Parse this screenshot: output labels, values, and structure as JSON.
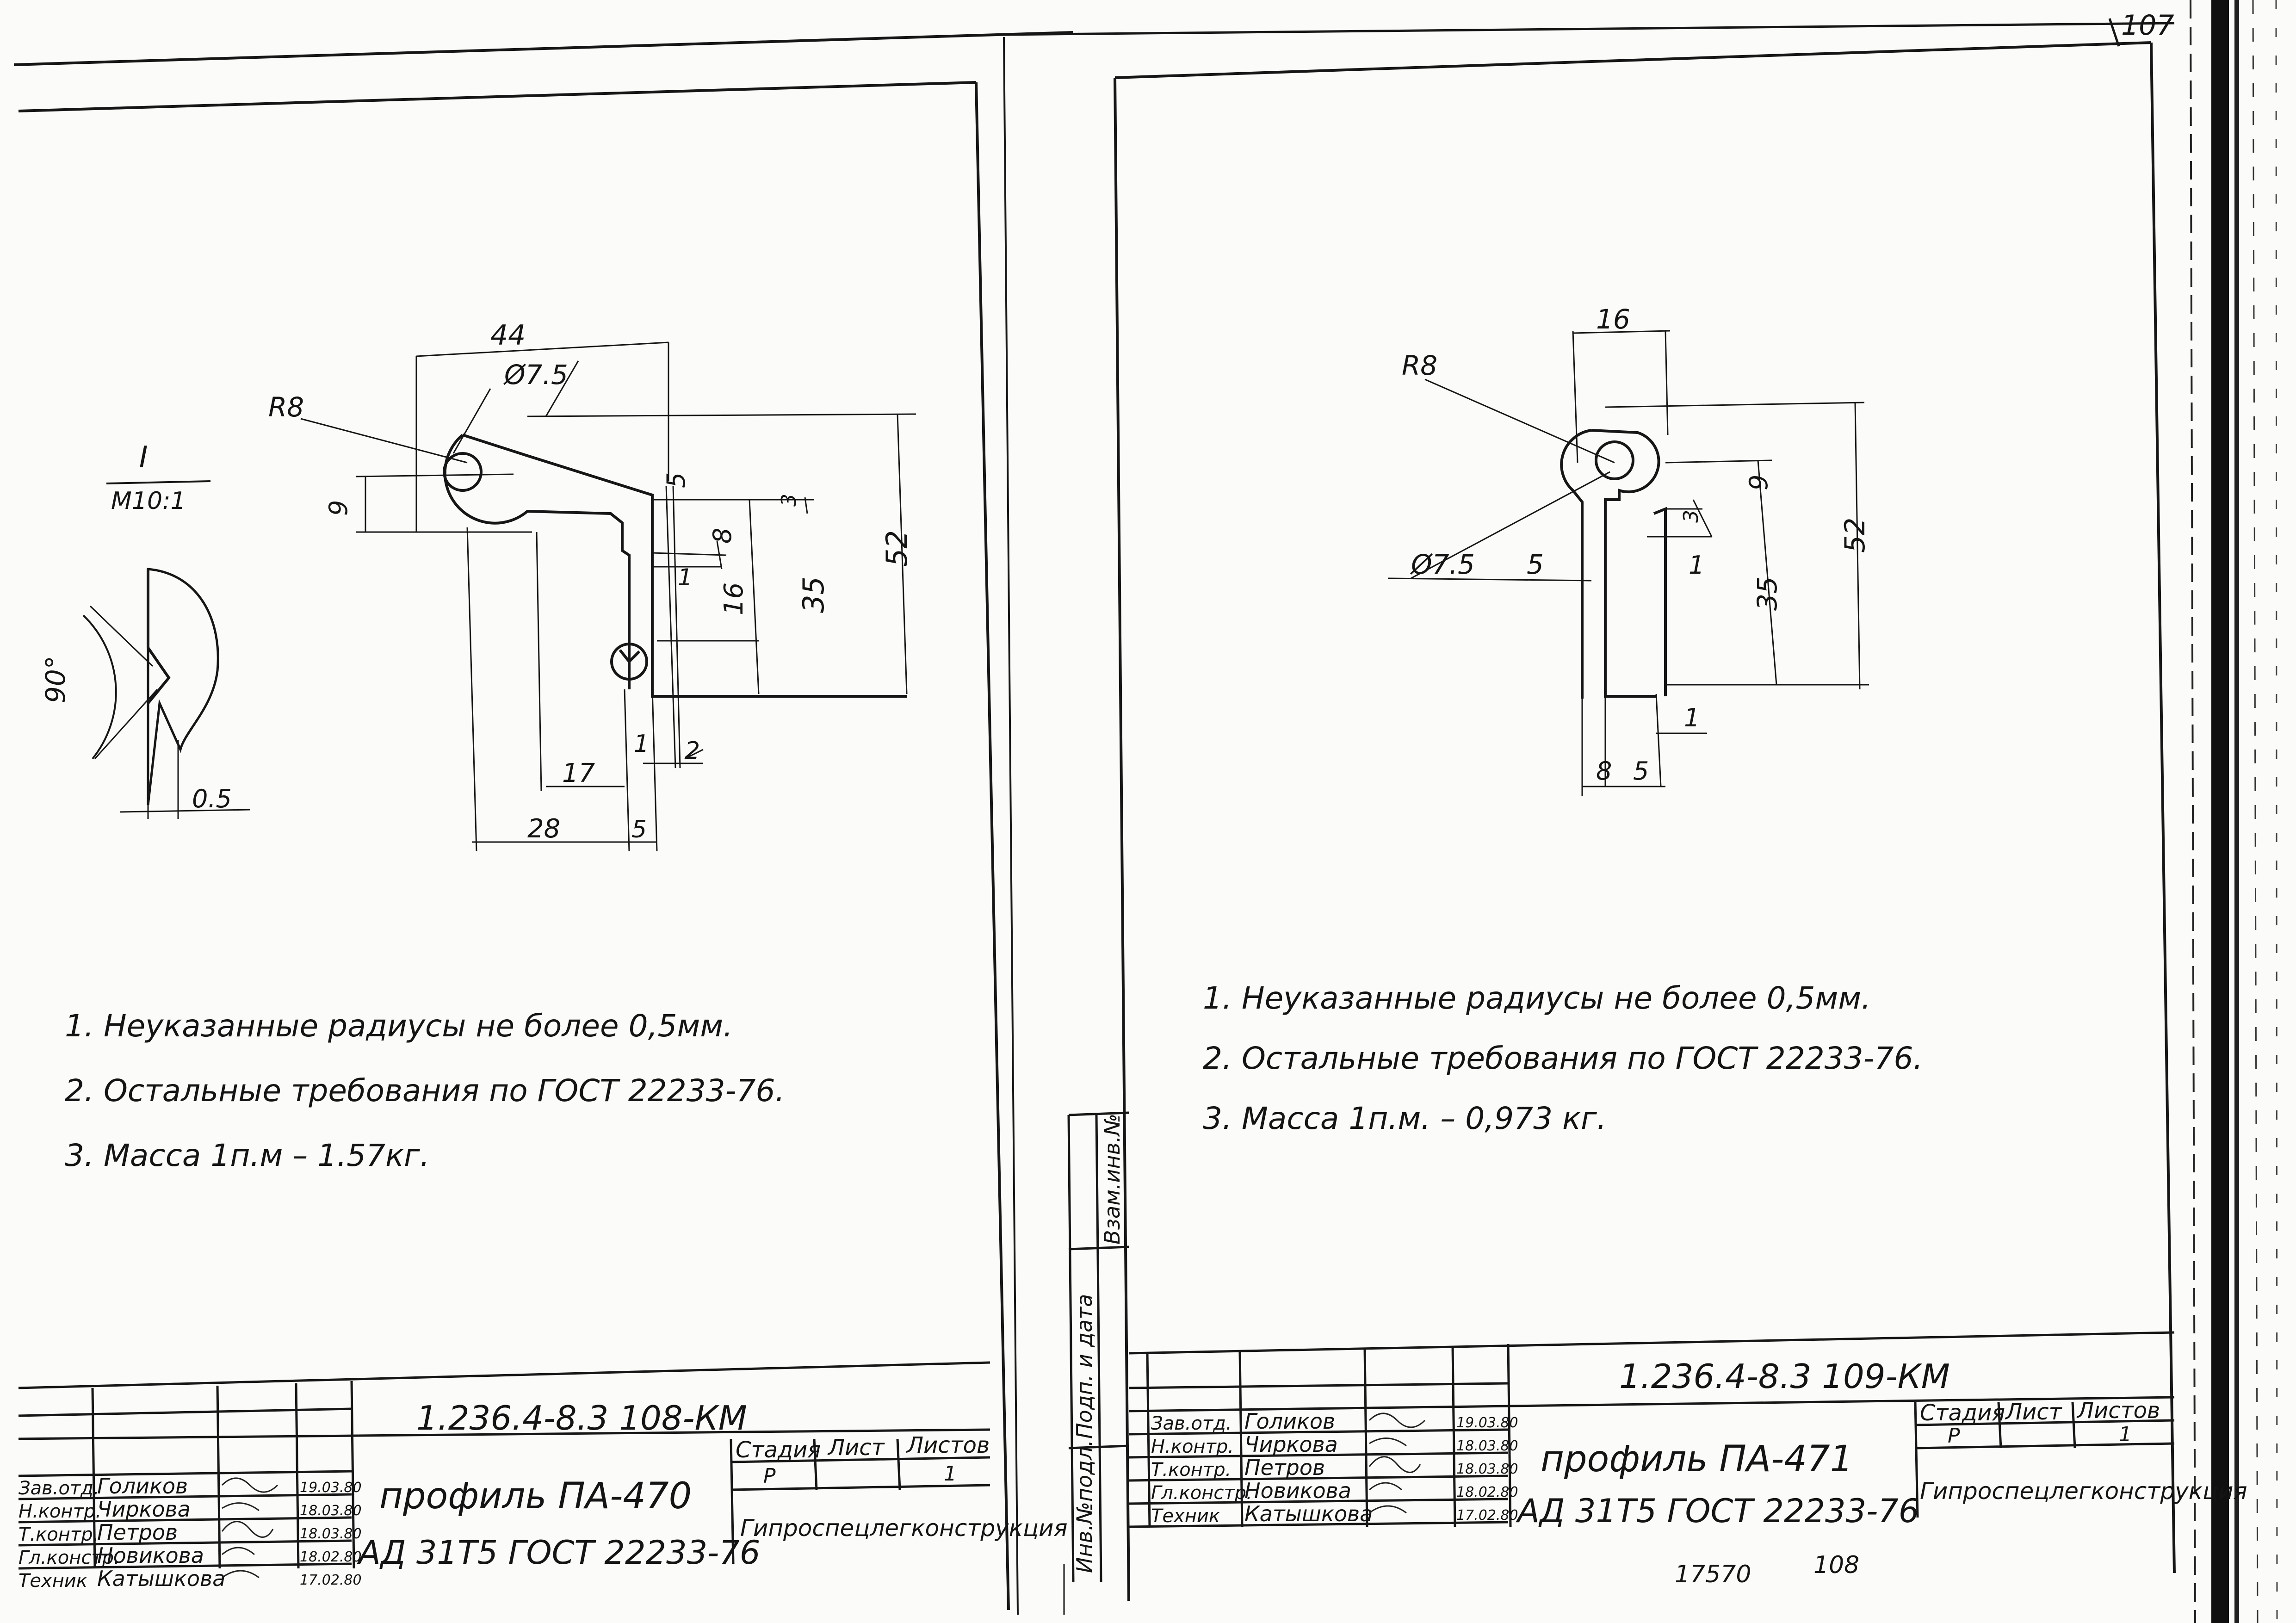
{
  "corner_sheet_number": "107",
  "left_sheet": {
    "dims": {
      "d44": "44",
      "dia": "Ø7.5",
      "r8": "R8",
      "d9": "9",
      "d5": "5",
      "d3": "3",
      "d8": "8",
      "d1a": "1",
      "d16": "16",
      "d35": "35",
      "d52": "52",
      "d17": "17",
      "d1b": "1",
      "d2": "2",
      "d28": "28",
      "d5b": "5"
    },
    "detail": {
      "mark": "I",
      "scale": "M10:1",
      "angle": "90°",
      "depth": "0.5"
    },
    "notes": [
      "1. Неуказанные   радиусы не более 0,5мм.",
      "2. Остальные  требования  по ГОСТ 22233-76.",
      "3. Масса 1п.м – 1.57кг."
    ],
    "title_block": {
      "doc_code": "1.236.4-8.3  108-КМ",
      "title": "профиль ПА-470",
      "material": "АД 31Т5 ГОСТ 22233-76",
      "stage_label": "Стадия",
      "sheet_label": "Лист",
      "sheets_label": "Листов",
      "stage": "Р",
      "sheets": "1",
      "org": "Гипроспецлегконструкция",
      "roles": [
        "Зав.отд.",
        "Н.контр.",
        "Т.контр.",
        "Гл.констр.",
        "Техник"
      ],
      "names": [
        "Голиков",
        "Чиркова",
        "Петров",
        "Новикова",
        "Катышкова"
      ],
      "dates": [
        "19.03.80",
        "18.03.80",
        "18.03.80",
        "18.02.80",
        "17.02.80"
      ]
    }
  },
  "right_sheet": {
    "dims": {
      "d16": "16",
      "r8": "R8",
      "dia": "Ø7.5",
      "d5": "5",
      "d9": "9",
      "d3": "3",
      "d1": "1",
      "d35": "35",
      "d52": "52",
      "d1b": "1",
      "d8": "8",
      "d5b": "5"
    },
    "notes": [
      "1. Неуказанные  радиусы  не более 0,5мм.",
      "2. Остальные  требования  по ГОСТ 22233-76.",
      "3. Масса 1п.м. – 0,973 кг."
    ],
    "side_stamp": [
      "Инв.№подл.",
      "Подп. и дата",
      "Взам.инв.№"
    ],
    "title_block": {
      "doc_code": "1.236.4-8.3  109-КМ",
      "title": "профиль ПА-471",
      "material": "АД 31Т5 ГОСТ 22233-76",
      "stage_label": "Стадия",
      "sheet_label": "Лист",
      "sheets_label": "Листов",
      "stage": "Р",
      "sheets": "1",
      "org": "Гипроспецлегконструкция",
      "roles": [
        "Зав.отд.",
        "Н.контр.",
        "Т.контр.",
        "Гл.констр.",
        "Техник"
      ],
      "names": [
        "Голиков",
        "Чиркова",
        "Петров",
        "Новикова",
        "Катышкова"
      ],
      "dates": [
        "19.03.80",
        "18.03.80",
        "18.03.80",
        "18.02.80",
        "17.02.80"
      ]
    },
    "footer": {
      "num1": "17570",
      "num2": "108"
    }
  }
}
